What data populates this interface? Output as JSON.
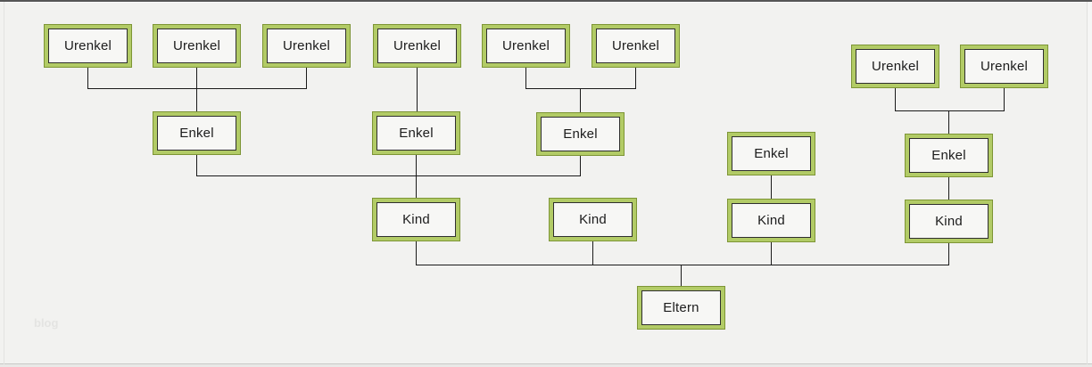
{
  "diagram": {
    "type": "family-tree-flowchart",
    "language": "German",
    "watermark": "blog",
    "colors": {
      "background": "#f2f2f0",
      "box_band": "#b2cb66",
      "box_outer_border": "#7d9535",
      "box_inner_border": "#2f2f2f",
      "box_fill": "#f7f7f5",
      "connector_line": "#1a1a1a",
      "top_frame_line": "#565656"
    },
    "nodes": [
      {
        "id": "urenkel-1",
        "label": "Urenkel"
      },
      {
        "id": "urenkel-2",
        "label": "Urenkel"
      },
      {
        "id": "urenkel-3",
        "label": "Urenkel"
      },
      {
        "id": "urenkel-4",
        "label": "Urenkel"
      },
      {
        "id": "urenkel-5",
        "label": "Urenkel"
      },
      {
        "id": "urenkel-6",
        "label": "Urenkel"
      },
      {
        "id": "urenkel-7",
        "label": "Urenkel"
      },
      {
        "id": "urenkel-8",
        "label": "Urenkel"
      },
      {
        "id": "enkel-1",
        "label": "Enkel"
      },
      {
        "id": "enkel-2",
        "label": "Enkel"
      },
      {
        "id": "enkel-3",
        "label": "Enkel"
      },
      {
        "id": "enkel-4",
        "label": "Enkel"
      },
      {
        "id": "enkel-5",
        "label": "Enkel"
      },
      {
        "id": "kind-1",
        "label": "Kind"
      },
      {
        "id": "kind-2",
        "label": "Kind"
      },
      {
        "id": "kind-3",
        "label": "Kind"
      },
      {
        "id": "kind-4",
        "label": "Kind"
      },
      {
        "id": "eltern",
        "label": "Eltern"
      }
    ],
    "edges": [
      {
        "from": "urenkel-1",
        "to": "enkel-1"
      },
      {
        "from": "urenkel-2",
        "to": "enkel-1"
      },
      {
        "from": "urenkel-3",
        "to": "enkel-1"
      },
      {
        "from": "urenkel-4",
        "to": "enkel-2"
      },
      {
        "from": "urenkel-5",
        "to": "enkel-3"
      },
      {
        "from": "urenkel-6",
        "to": "enkel-3"
      },
      {
        "from": "urenkel-7",
        "to": "enkel-5"
      },
      {
        "from": "urenkel-8",
        "to": "enkel-5"
      },
      {
        "from": "enkel-1",
        "to": "kind-1"
      },
      {
        "from": "enkel-2",
        "to": "kind-1"
      },
      {
        "from": "enkel-3",
        "to": "kind-1"
      },
      {
        "from": "enkel-4",
        "to": "kind-3"
      },
      {
        "from": "enkel-5",
        "to": "kind-4"
      },
      {
        "from": "kind-1",
        "to": "eltern"
      },
      {
        "from": "kind-2",
        "to": "eltern"
      },
      {
        "from": "kind-3",
        "to": "eltern"
      },
      {
        "from": "kind-4",
        "to": "eltern"
      }
    ]
  }
}
